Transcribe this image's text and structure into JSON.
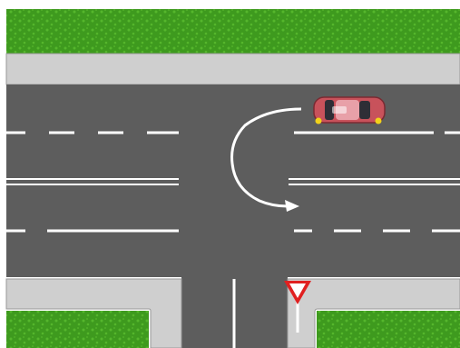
{
  "scene": {
    "type": "road-intersection-diagram",
    "view": "top-down",
    "colors": {
      "background": "#ffffff",
      "grass": "#3e9a1e",
      "grass_light": "#55b62c",
      "sidewalk": "#cfcfcf",
      "sidewalk_edge": "#9a9a9a",
      "asphalt": "#5d5d5d",
      "lane_marking": "#ffffff",
      "car_body": "#c8525b",
      "car_roof": "#e8a0a8",
      "car_lights": "#f2d21a",
      "yield_sign_border": "#e02020",
      "yield_sign_fill": "#ffffff"
    },
    "elements": {
      "car": {
        "kind": "sedan",
        "icon": "red-car-icon",
        "heading": "west"
      },
      "maneuver_arrow": {
        "kind": "u-turn",
        "icon": "u-turn-arrow-icon",
        "color": "#ffffff"
      },
      "yield_sign": {
        "kind": "give-way",
        "icon": "yield-triangle-icon"
      }
    }
  }
}
